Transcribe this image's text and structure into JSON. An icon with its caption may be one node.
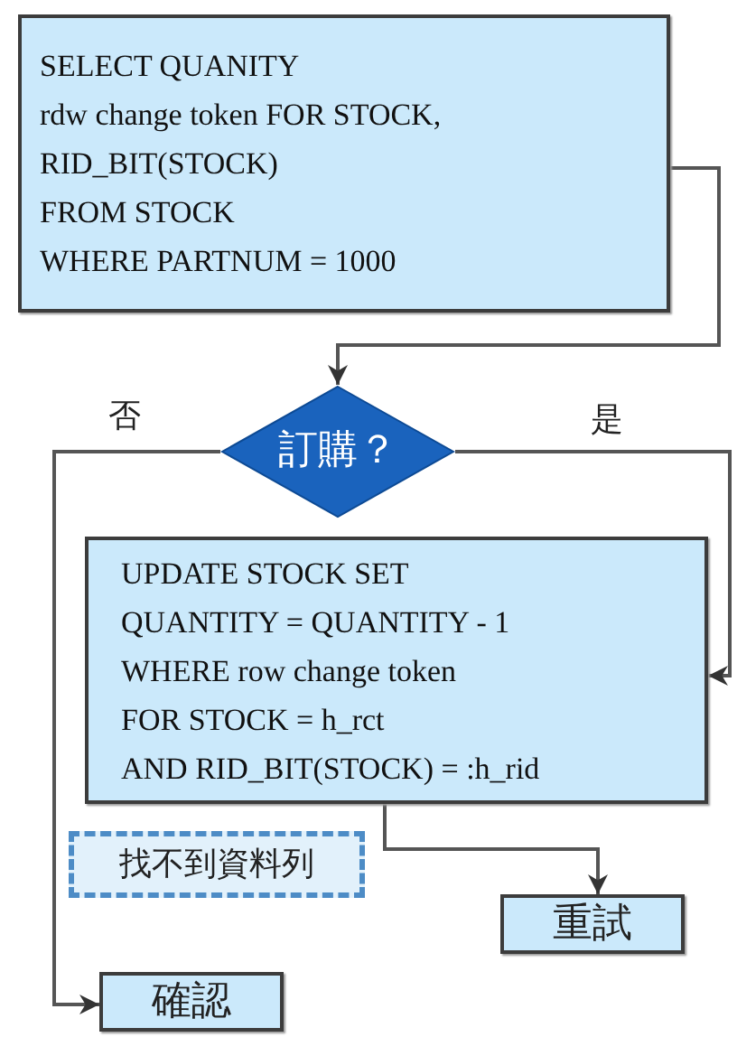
{
  "diagram": {
    "nodes": [
      {
        "text": [
          "SELECT QUANITY",
          "rdw change token FOR STOCK,",
          "RID_BIT(STOCK)",
          "FROM STOCK",
          "WHERE PARTNUM = 1000"
        ]
      },
      {
        "text": [
          "訂購？"
        ]
      },
      {
        "text": [
          "UPDATE STOCK SET",
          "QUANTITY = QUANTITY - 1",
          "WHERE row change token",
          "FOR STOCK = h_rct",
          "AND RID_BIT(STOCK) = :h_rid"
        ]
      },
      {
        "text": [
          "找不到資料列"
        ]
      },
      {
        "text": [
          "重試"
        ]
      },
      {
        "text": [
          "確認"
        ]
      }
    ],
    "edges": [
      {
        "from": 0,
        "to": 1,
        "arrow": "to"
      },
      {
        "from": 1,
        "to": 2,
        "label": "是",
        "arrow": "to"
      },
      {
        "from": 1,
        "to": 5,
        "label": "否",
        "arrow": "to"
      },
      {
        "from": 2,
        "to": 4,
        "arrow": "to"
      }
    ]
  }
}
